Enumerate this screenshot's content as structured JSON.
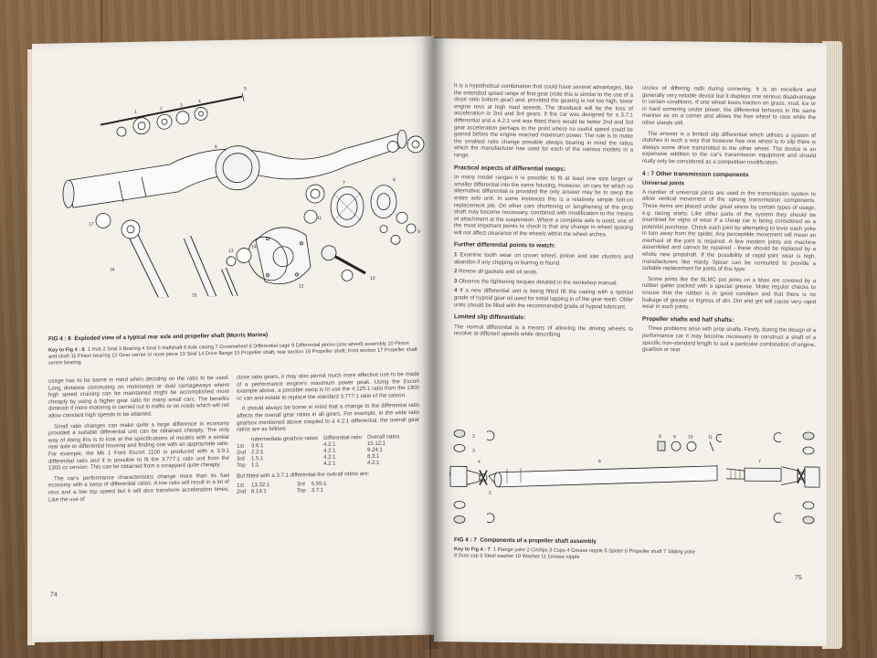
{
  "left_page": {
    "figure": {
      "caption_label": "FIG 4 : 6",
      "caption_text": "Exploded view of a typical rear axle and propeller shaft (Morris Marina)",
      "key_label": "Key to Fig 4 : 6",
      "key_text": "1 Hub   2 Seal   3 Bearing   4 Seal   5 Halfshaft   6 Axle casing   7 Crownwheel   8 Differential cage   9 Differential pinion (star wheel) assembly   10 Pinion and shaft   11 Pinion bearing   12 Gear carrier or nose piece   13 Seal   14 Drive flange   15 Propeller shaft, rear section   16 Propeller shaft, front section   17 Propeller shaft centre bearing"
    },
    "col1": [
      "usage has to be borne in mind when deciding on the ratio to be used. Long distance commuting on motorways or dual carriageways where high speed cruising can be maintained might be accomplished more cheaply by using a higher gear ratio for many small cars. The benefits diminish if more motoring is carried out in traffic or on roads which will not allow constant high speeds to be attained.",
      "Small ratio changes can make quite a large difference in economy provided a suitable differential unit can be obtained cheaply. The only way of doing this is to look at the specifications of models with a similar rear axle or differential housing and finding one with an appropriate ratio. For example, the Mk 1 Ford Escort 1100 is produced with a 3.9:1 differential ratio and it is possible to fit the 3.777:1 ratio unit from the 1300 cc version. This can be obtained from a scrapyard quite cheaply.",
      "The car's performance characteristics change more than its fuel economy with a swop of differential ratios. A low ratio will result in a lot of revs and a low top speed but it will also transform acceleration times. Like the use of"
    ],
    "col2_intro": [
      "close ratio gears, it may also permit much more effective use to be made of a performance engine's maximum power peak. Using the Escort example above, a possible swop is to use the 4.125:1 ratio from the 1300 cc van and estate to replace the standard 3.777:1 ratio of the saloon.",
      "It should always be borne in mind that a change to the differential ratio affects the overall gear ratios in all gears. For example, in the wide ratio gearbox mentioned above coupled to a 4.2:1 differential, the overall gear ratios are as follows"
    ],
    "ratio_table": {
      "headers": [
        "",
        "Intermediate gearbox ratios",
        "Differential ratio",
        "Overall ratios"
      ],
      "rows": [
        [
          "1st",
          "3.6:1",
          "4.2:1",
          "15.12:1"
        ],
        [
          "2nd",
          "2.2:1",
          "4.2:1",
          "9.24:1"
        ],
        [
          "3rd",
          "1.5:1",
          "4.2:1",
          "6.3:1"
        ],
        [
          "Top",
          "1:1",
          "4.2:1",
          "4.2:1"
        ]
      ]
    },
    "col2_after": "But fitted with a 3.7:1 differential the overall ratios are:",
    "ratio_table2": {
      "rows": [
        [
          "1st",
          "13.32:1",
          "3rd",
          "5.55:1"
        ],
        [
          "2nd",
          "8.14:1",
          "Top",
          "3.7:1"
        ]
      ]
    },
    "page_number": "74",
    "diagram_numbers": [
      "1",
      "2",
      "3",
      "4",
      "5",
      "6",
      "7",
      "8",
      "9",
      "10",
      "11",
      "12",
      "13",
      "14",
      "15",
      "16",
      "17"
    ]
  },
  "right_page": {
    "col1_top": "It is a hypothetical combination that could have several advantages, like the extended speed range of first gear (note this is similar to the use of a close ratio bottom gear) and, provided the gearing is not too high, lower engine revs at high road speeds. The drawback will be the loss of acceleration in 2nd and 3rd gears. If the car was designed for a 3.7:1 differential and a 4.2:1 unit was fitted there would be better 2nd and 3rd gear acceleration perhaps to the point where no useful speed could be gained before the engine reached maximum power. The rule is to make the smallest ratio change possible always bearing in mind the ratios which the manufacturer has used for each of the various models in a range.",
    "heading1": "Practical aspects of differential swops:",
    "col1_mid": "In many model ranges it is possible to fit at least one size larger or smaller differential into the same housing. However, on cars for which no alternative differential is provided the only answer may be to swop the entire axle unit. In some instances this is a relatively simple bolt-on replacement job. On other cars shortening or lengthening of the prop shaft may become necessary, combined with modification to the means of attachment at the suspension. Where a complete axle is used, one of the most important points to check is that any change in wheel spacing will not affect clearance of the wheels within the wheel arches.",
    "heading2": "Further differential points to watch:",
    "points": [
      {
        "n": "1",
        "text": "Examine tooth wear on crown wheel, pinion and star clusters and abandon if any chipping or burring is found."
      },
      {
        "n": "2",
        "text": "Renew all gaskets and oil seals."
      },
      {
        "n": "3",
        "text": "Observe the tightening torques detailed in the workshop manual."
      },
      {
        "n": "4",
        "text": "If a new differential unit is being fitted fill the casing with a special grade of hypoid gear oil used for initial lapping in of the gear teeth. Older units should be filled with the recommended grade of hypoid lubricant."
      }
    ],
    "heading3": "Limited slip differentials:",
    "col1_end": "The normal differential is a means of allowing the driving wheels to revolve at different speeds while describing",
    "col2_top": "circles of differing radii during cornering. It is an excellent and generally very reliable device but it displays one serious disadvantage in certain conditions. If one wheel loses traction on grass, mud, ice or in hard cornering under power, the differential behaves in the same manner as on a corner and allows the free wheel to race while the other stands still.",
    "col2_p2": "The answer is a limited slip differential which utilises a system of clutches in such a way that however free one wheel is to slip there is always some drive transmitted to the other wheel. The device is an expensive addition to the car's transmission equipment and should really only be considered as a competition modification.",
    "heading4": "4 : 7 Other transmission components",
    "sub1": "Universal joints",
    "col2_uj": "A number of universal joints are used in the transmission system to allow vertical movement of the sprung transmission components. These items are placed under great stress by certain types of usage, e.g. racing starts. Like other parts of the system they should be examined for signs of wear if a cheap car is being considered as a potential purchase. Check each joint by attempting to lever each yoke in turn away from the spider. Any perceptible movement will mean an overhaul of the joint is required. A few modern joints are machine assembled and cannot be repaired - these should be replaced by a whole new propshaft. If the possibility of rapid joint wear is high, manufacturers like Hardy Spicer can be consulted to provide a suitable replacement for joints of this type.",
    "col2_uj2": "Some joints like the BLMC pot joints on a Maxi are covered by a rubber gaiter packed with a special grease. Make regular checks to ensure that the rubber is in good condition and that there is no leakage of grease or ingress of dirt. Dirt and grit will cause very rapid wear in such joints.",
    "sub2": "Propeller shafts and half shafts:",
    "col2_ps": "Three problems arise with prop shafts. Firstly, during the design of a performance car it may become necessary to construct a shaft of a specific non-standard length to suit a particular combination of engine, gearbox or rear",
    "figure": {
      "caption_label": "FIG 4 : 7",
      "caption_text": "Components of a propeller shaft assembly",
      "key_label": "Key to Fig 4 : 7",
      "key_line1": "1 Flange yoke   2 Circlips   3 Cups   4 Grease nipple   5 Spider   6 Propeller shaft   7 Sliding yoke",
      "key_line2": "8 Dust cap   9 Steel washer   10 Washer   11 Grease nipple",
      "labels": [
        "1",
        "2",
        "3",
        "4",
        "5",
        "6",
        "7",
        "8",
        "9",
        "10",
        "11"
      ]
    },
    "page_number": "75"
  },
  "colors": {
    "paper": "#f4f1ea",
    "ink": "#4a4a4a",
    "table": "#7d5e40"
  }
}
